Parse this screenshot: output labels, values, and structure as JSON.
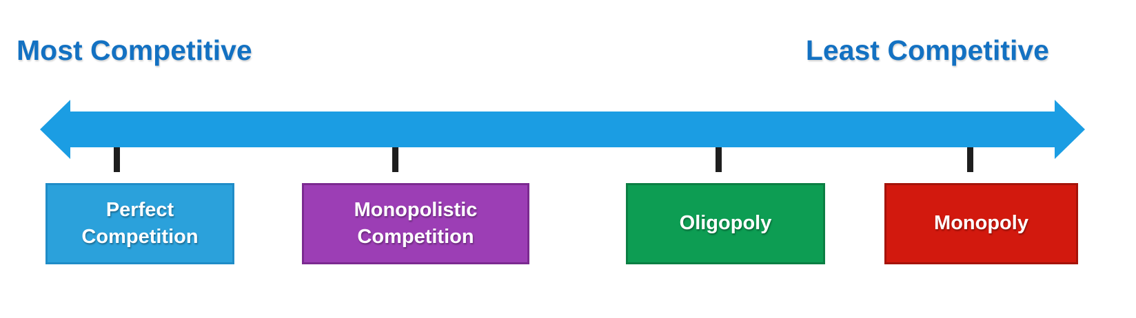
{
  "diagram": {
    "left_label": "Most Competitive",
    "right_label": "Least Competitive",
    "label_color": "#1371C2",
    "arrow_color": "#1B9DE3",
    "tick_color": "#1E1E1E",
    "boxes": [
      {
        "label": "Perfect Competition",
        "fill": "#2BA1DB",
        "border": "#1F8CC7"
      },
      {
        "label": "Monopolistic Competition",
        "fill": "#9C3EB5",
        "border": "#7B2A90"
      },
      {
        "label": "Oligopoly",
        "fill": "#0D9D53",
        "border": "#0B7F43"
      },
      {
        "label": "Monopoly",
        "fill": "#D2190E",
        "border": "#A51309"
      }
    ]
  }
}
